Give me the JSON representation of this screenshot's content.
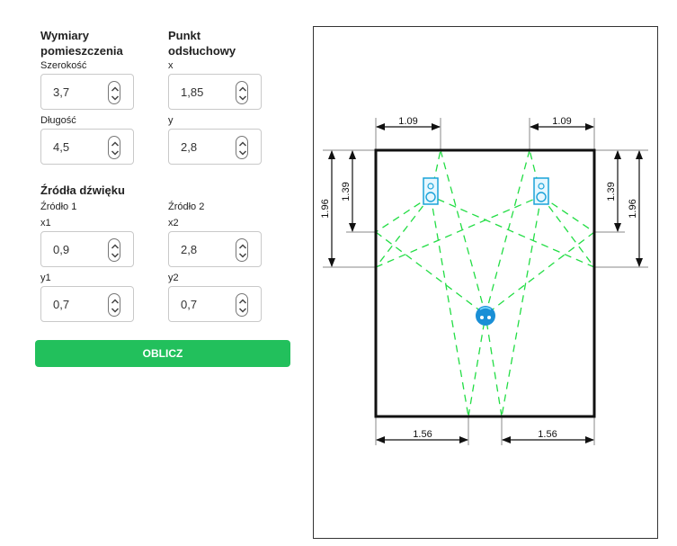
{
  "room": {
    "heading": "Wymiary pomieszczenia",
    "heading_line1": "Wymiary",
    "heading_line2": "pomieszczenia",
    "width_label": "Szerokość",
    "width_value": "3,7",
    "length_label": "Długość",
    "length_value": "4,5"
  },
  "listening_point": {
    "heading": "Punkt odsłuchowy",
    "heading_line1": "Punkt",
    "heading_line2": "odsłuchowy",
    "x_label": "x",
    "x_value": "1,85",
    "y_label": "y",
    "y_value": "2,8"
  },
  "sources": {
    "heading": "Źródła dźwięku",
    "source1_label": "Źródło 1",
    "x1_label": "x1",
    "x1_value": "0,9",
    "y1_label": "y1",
    "y1_value": "0,7",
    "source2_label": "Źródło 2",
    "x2_label": "x2",
    "x2_value": "2,8",
    "y2_label": "y2",
    "y2_value": "0,7"
  },
  "calculate_button": "OBLICZ",
  "diagram": {
    "top_left_dim": "1.09",
    "top_right_dim": "1.09",
    "left_outer_dim": "1.96",
    "left_inner_dim": "1.39",
    "right_inner_dim": "1.39",
    "right_outer_dim": "1.96",
    "bottom_left_dim": "1.56",
    "bottom_right_dim": "1.56",
    "colors": {
      "reflection_lines": "#22dd44",
      "speaker": "#1aa3d9",
      "listener": "#1a8fd6",
      "wall": "#111111"
    }
  }
}
